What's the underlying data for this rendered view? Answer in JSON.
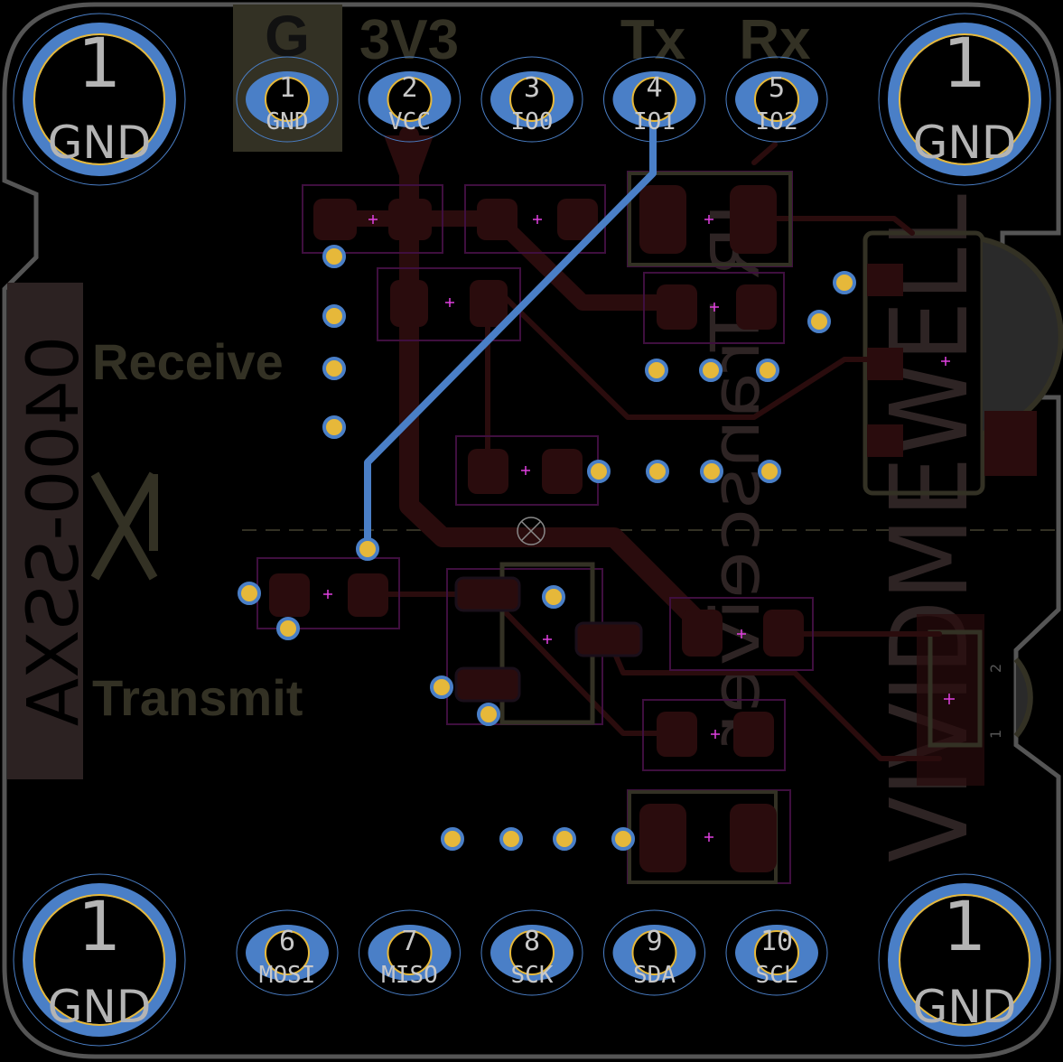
{
  "board": {
    "top_pins": [
      {
        "num": "1",
        "name": "GND"
      },
      {
        "num": "2",
        "name": "VCC"
      },
      {
        "num": "3",
        "name": "IO0"
      },
      {
        "num": "4",
        "name": "IO1"
      },
      {
        "num": "5",
        "name": "IO2"
      }
    ],
    "bottom_pins": [
      {
        "num": "6",
        "name": "MOSI"
      },
      {
        "num": "7",
        "name": "MISO"
      },
      {
        "num": "8",
        "name": "SCK"
      },
      {
        "num": "9",
        "name": "SDA"
      },
      {
        "num": "10",
        "name": "SCL"
      }
    ],
    "mount_holes": [
      {
        "num": "1",
        "name": "GND"
      },
      {
        "num": "1",
        "name": "GND"
      },
      {
        "num": "1",
        "name": "GND"
      },
      {
        "num": "1",
        "name": "GND"
      }
    ],
    "silk": {
      "g": "G",
      "v33": "3V3",
      "tx": "Tx",
      "rx": "Rx",
      "receive": "Receive",
      "transmit": "Transmit",
      "part_number": "0400-SSXA",
      "module": "IR Transceiver",
      "brand": "VIVIDMEWELL",
      "led_pin1": "1",
      "led_pin2": "2"
    },
    "colors": {
      "copper_front": "#2a0c0d",
      "copper_back": "#4a7fc7",
      "via": "#e6b83a",
      "silkscreen": "#333124",
      "outline": "#555555"
    }
  }
}
